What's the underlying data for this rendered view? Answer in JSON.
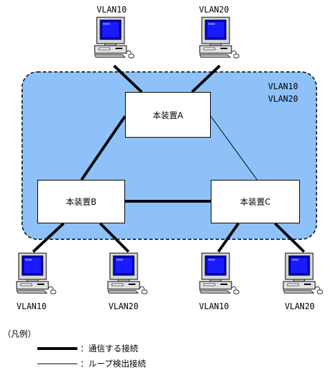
{
  "network_area": {
    "vlan_label_1": "VLAN10",
    "vlan_label_2": "VLAN20",
    "fill_color": "#8ec1f8"
  },
  "devices": {
    "a": "本装置A",
    "b": "本装置B",
    "c": "本装置C"
  },
  "pcs": {
    "top_left": "VLAN10",
    "top_right": "VLAN20",
    "b_left": "VLAN10",
    "b_right": "VLAN20",
    "c_left": "VLAN10",
    "c_right": "VLAN20"
  },
  "legend": {
    "heading": "（凡例）",
    "thick_line": "：通信する接続",
    "thin_line": "：ループ検出接続"
  }
}
